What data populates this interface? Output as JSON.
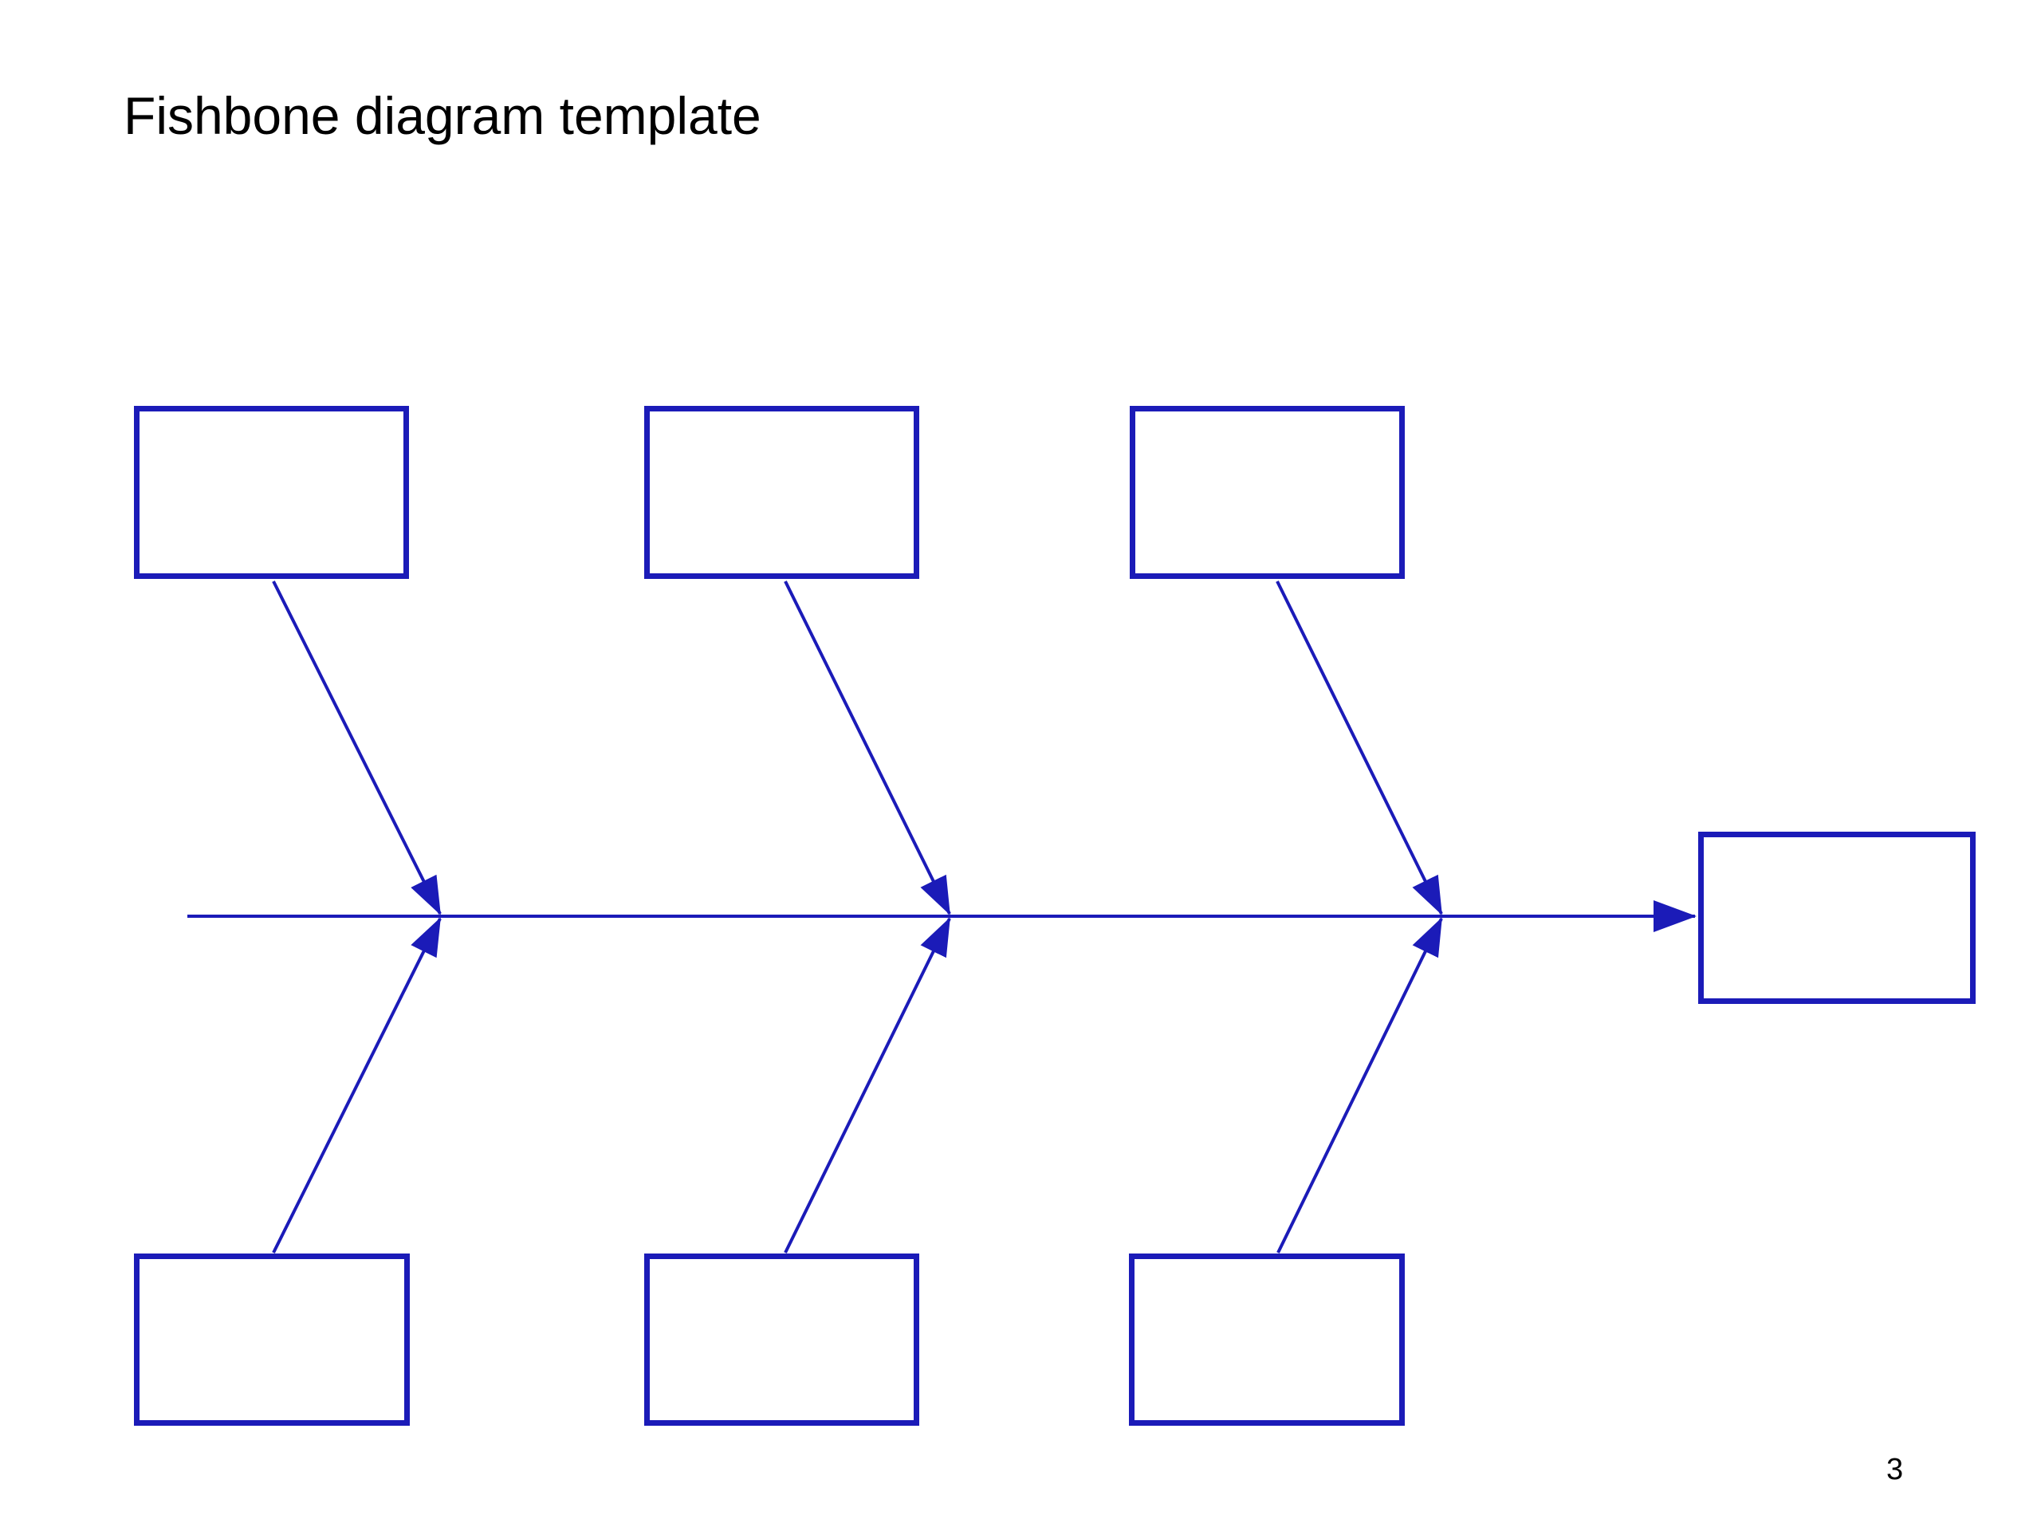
{
  "page": {
    "title": "Fishbone diagram template",
    "page_number": "3",
    "background": "#ffffff"
  },
  "colors": {
    "diagram_blue": "#1b1bb8",
    "text": "#000000"
  },
  "diagram": {
    "type": "fishbone",
    "spine": {
      "direction": "right",
      "has_arrowhead": true
    },
    "cause_boxes": [
      {
        "id": "cause-top-1",
        "position": "top-left",
        "label": ""
      },
      {
        "id": "cause-top-2",
        "position": "top-middle",
        "label": ""
      },
      {
        "id": "cause-top-3",
        "position": "top-right",
        "label": ""
      },
      {
        "id": "cause-bottom-1",
        "position": "bottom-left",
        "label": ""
      },
      {
        "id": "cause-bottom-2",
        "position": "bottom-middle",
        "label": ""
      },
      {
        "id": "cause-bottom-3",
        "position": "bottom-right",
        "label": ""
      }
    ],
    "effect_box": {
      "id": "effect",
      "position": "right",
      "label": ""
    }
  }
}
